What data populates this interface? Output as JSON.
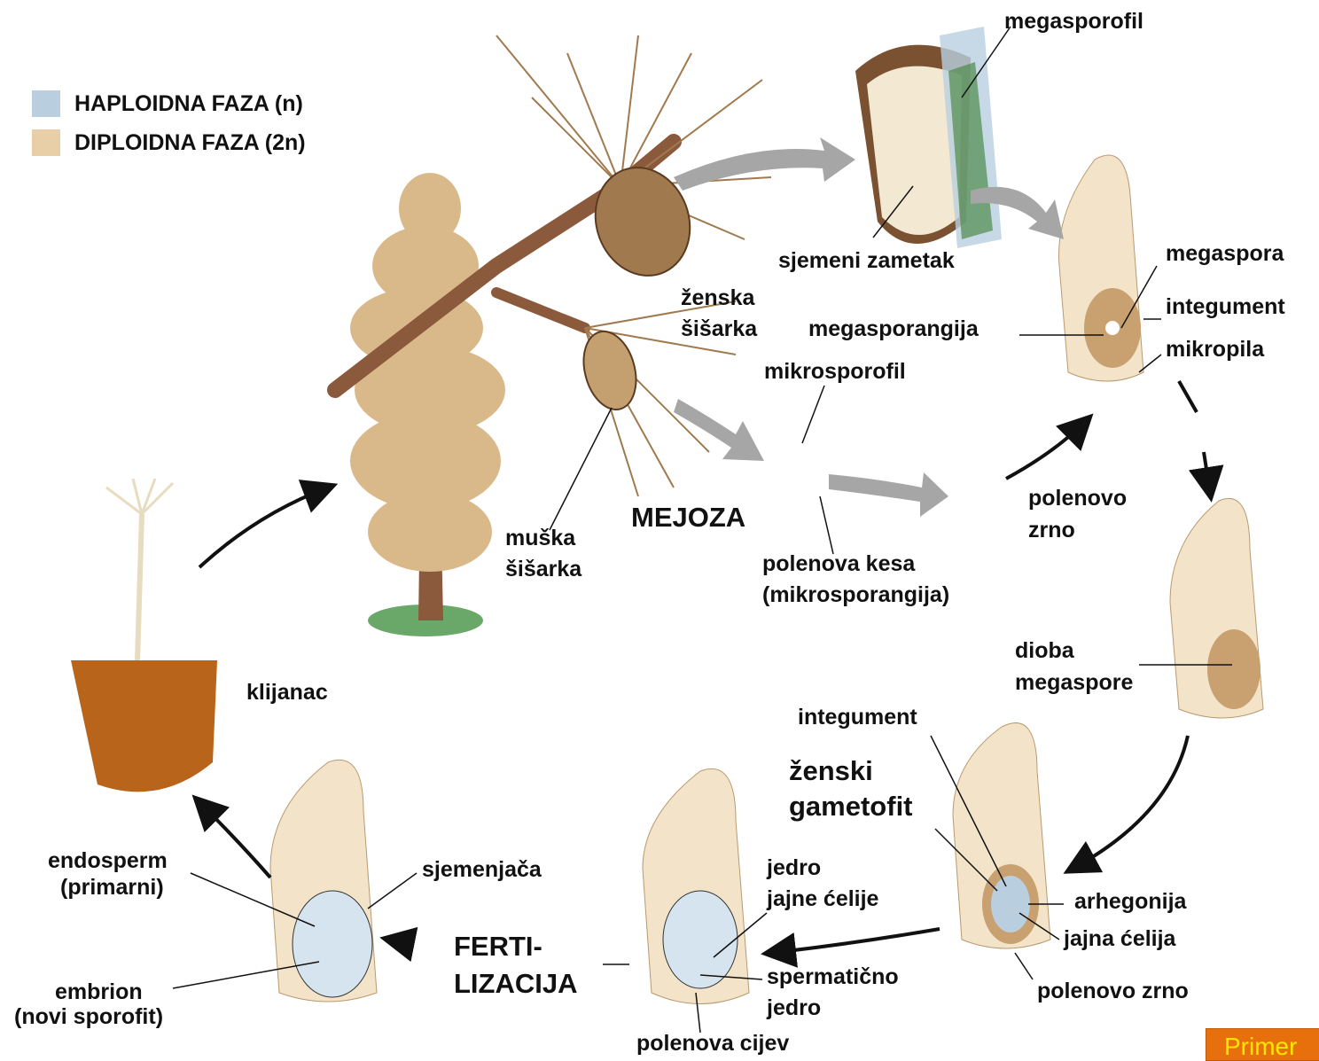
{
  "colors": {
    "haploid": "#b9cfe0",
    "diploid": "#e8cfa8",
    "bark": "#8b5a3c",
    "needle": "#a07a4e",
    "foliage": "#d9b98a",
    "grass": "#6aa86a",
    "soil": "#b8641a",
    "arrow_gray": "#a6a6a6",
    "button": "#e8700c",
    "button_text": "#ffe600"
  },
  "legend": {
    "haploid": "HAPLOIDNA FAZA (n)",
    "diploid": "DIPLOIDNA FAZA (2n)"
  },
  "labels": {
    "megasporofil": "megasporofil",
    "sjemeni_zametak": "sjemeni zametak",
    "zenska_1": "ženska",
    "zenska_2": "šišarka",
    "megasporangija": "megasporangija",
    "megaspora": "megaspora",
    "integument_top": "integument",
    "mikropila": "mikropila",
    "mikrosporofil": "mikrosporofil",
    "mejoza": "MEJOZA",
    "muska_1": "muška",
    "muska_2": "šišarka",
    "polenova_kesa_1": "polenova kesa",
    "polenova_kesa_2": "(mikrosporangija)",
    "polenovo_zrno_1": "polenovo",
    "polenovo_zrno_2": "zrno",
    "dioba_1": "dioba",
    "dioba_2": "megaspore",
    "klijanac": "klijanac",
    "integument_mid": "integument",
    "zenski_1": "ženski",
    "zenski_2": "gametofit",
    "arhegonija": "arhegonija",
    "jajna_celija": "jajna ćelija",
    "polenovo_zrno_bottom": "polenovo zrno",
    "jedro_1": "jedro",
    "jedro_2": "jajne ćelije",
    "spermaticno_1": "spermatično",
    "spermaticno_2": "jedro",
    "polenova_cijev": "polenova cijev",
    "ferti_1": "FERTI-",
    "ferti_2": "LIZACIJA",
    "sjemenjaca": "sjemenjača",
    "endosperm_1": "endosperm",
    "endosperm_2": "(primarni)",
    "embrion_1": "embrion",
    "embrion_2": "(novi sporofit)"
  },
  "corner_button": "Primer"
}
